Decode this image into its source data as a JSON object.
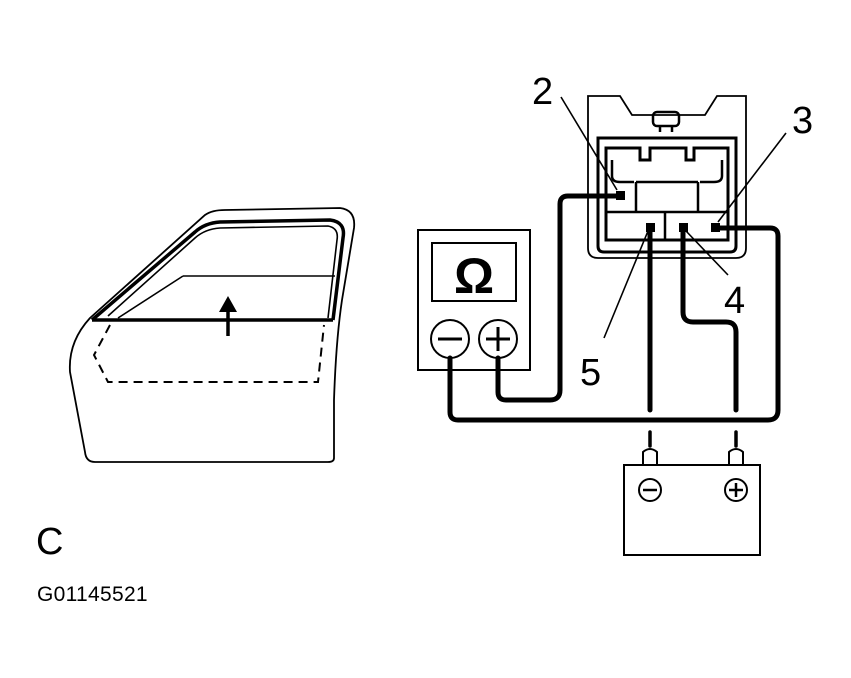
{
  "diagram": {
    "panel_letter": "C",
    "figure_code": "G01145521",
    "meter_symbol": "Ω",
    "meter_negative_symbol": "−",
    "meter_positive_symbol": "+",
    "battery_negative_symbol": "−",
    "battery_positive_symbol": "+",
    "terminal_callouts": [
      "2",
      "3",
      "4",
      "5"
    ],
    "stroke_color": "#000000",
    "background_color": "#ffffff"
  }
}
